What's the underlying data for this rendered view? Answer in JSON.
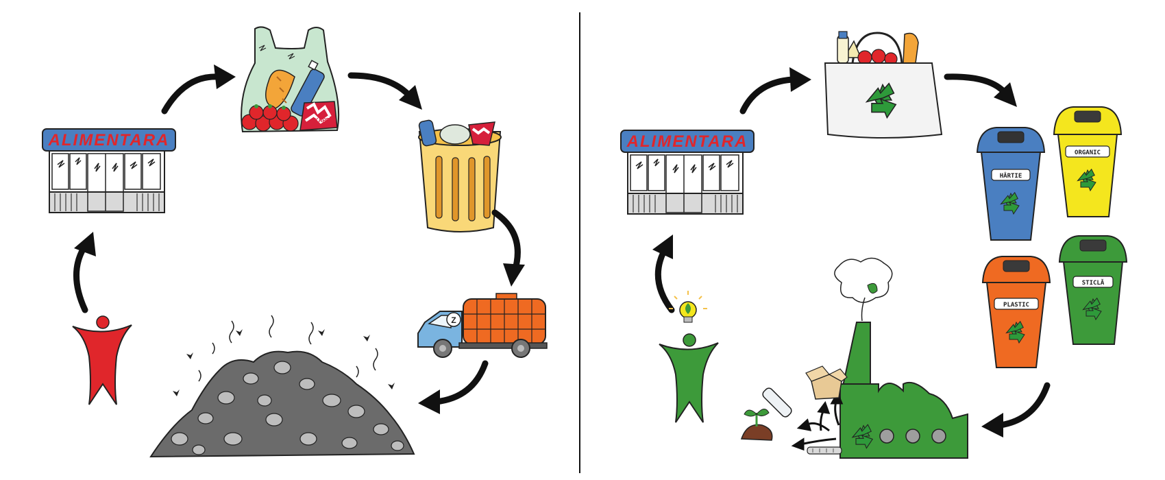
{
  "scene": {
    "left_panel": {
      "store_sign": "ALIMENTARA",
      "bag_brand": "KAPE",
      "truck_badge": "Z"
    },
    "right_panel": {
      "store_sign": "ALIMENTARA",
      "bins": [
        {
          "label": "HÂRTIE",
          "color": "#4a7fc1"
        },
        {
          "label": "ORGANIC",
          "color": "#f4e61e"
        },
        {
          "label": "PLASTIC",
          "color": "#ef6a22"
        },
        {
          "label": "STICLĂ",
          "color": "#3d9a3a"
        }
      ]
    }
  },
  "palette": {
    "person_left": "#e0262b",
    "person_right": "#3d9a3a",
    "store_sign_bg": "#4a7fc1",
    "store_sign_text": "#e0262b",
    "trash_can": "#f9d878",
    "truck_tank": "#ef6a22",
    "truck_cab": "#7ab4e0",
    "landfill": "#6b6b6b",
    "factory": "#3d9a3a",
    "recycle_green": "#2e9a3a"
  }
}
